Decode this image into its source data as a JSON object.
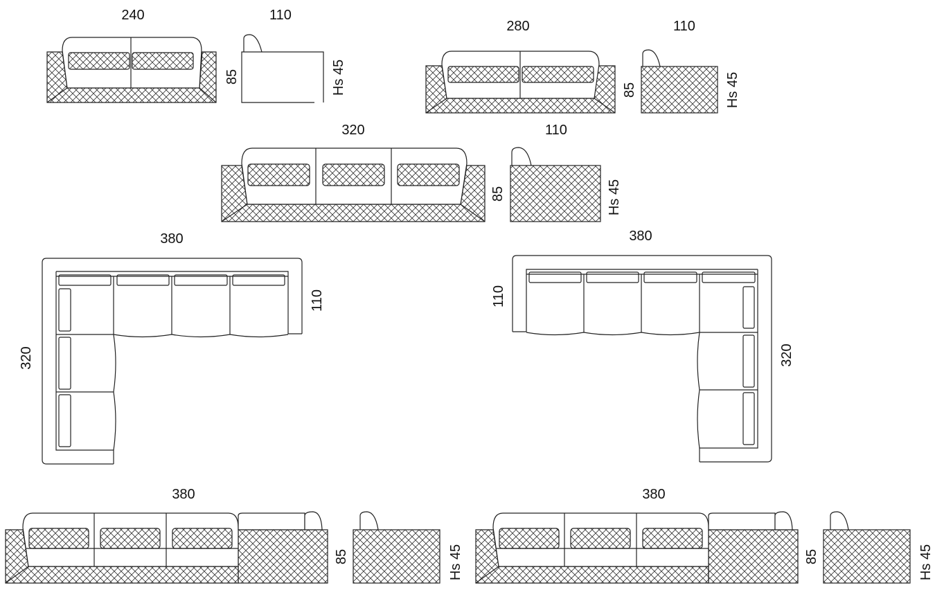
{
  "dimensions": {
    "sofa_240": {
      "width": "240",
      "depth": "110",
      "height": "85",
      "seat_height": "Hs 45"
    },
    "sofa_280": {
      "width": "280",
      "depth": "110",
      "height": "85",
      "seat_height": "Hs 45"
    },
    "sofa_320": {
      "width": "320",
      "depth": "110",
      "height": "85",
      "seat_height": "Hs 45"
    },
    "corner_left": {
      "width": "380",
      "depth": "110",
      "length": "320"
    },
    "corner_right": {
      "width": "380",
      "depth": "110",
      "length": "320"
    },
    "chaise_left": {
      "width": "380",
      "height": "85",
      "seat_height": "Hs 45"
    },
    "chaise_right": {
      "width": "380",
      "height": "85",
      "seat_height": "Hs 45"
    }
  },
  "colors": {
    "line": "#222222",
    "background": "#ffffff"
  }
}
